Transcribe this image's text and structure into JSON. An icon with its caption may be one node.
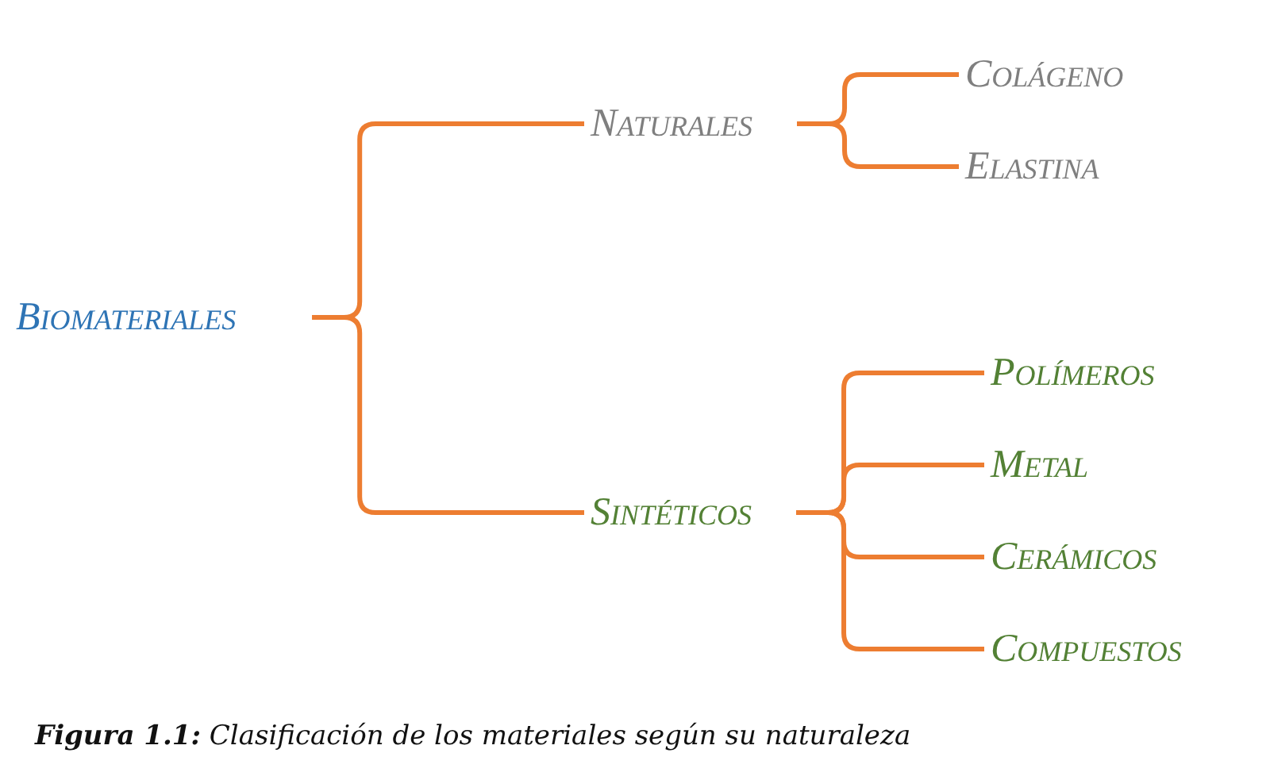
{
  "diagram": {
    "caption": "**Figura 1.1:** Clasificación de los materiales según su naturaleza",
    "nodes": [
      {
        "text": [
          "Biomateriales"
        ]
      },
      {
        "text": [
          "Naturales"
        ]
      },
      {
        "text": [
          "Sintéticos"
        ]
      },
      {
        "text": [
          "Colágeno"
        ]
      },
      {
        "text": [
          "Elastina"
        ]
      },
      {
        "text": [
          "Polímeros"
        ]
      },
      {
        "text": [
          "Metal"
        ]
      },
      {
        "text": [
          "Cerámicos"
        ]
      },
      {
        "text": [
          "Compuestos"
        ]
      }
    ],
    "edges": [
      {
        "from": 0,
        "to": 1,
        "arrow": "none"
      },
      {
        "from": 0,
        "to": 2,
        "arrow": "none"
      },
      {
        "from": 1,
        "to": 3,
        "arrow": "none"
      },
      {
        "from": 1,
        "to": 4,
        "arrow": "none"
      },
      {
        "from": 2,
        "to": 5,
        "arrow": "none"
      },
      {
        "from": 2,
        "to": 6,
        "arrow": "none"
      },
      {
        "from": 2,
        "to": 7,
        "arrow": "none"
      },
      {
        "from": 2,
        "to": 8,
        "arrow": "none"
      }
    ]
  }
}
